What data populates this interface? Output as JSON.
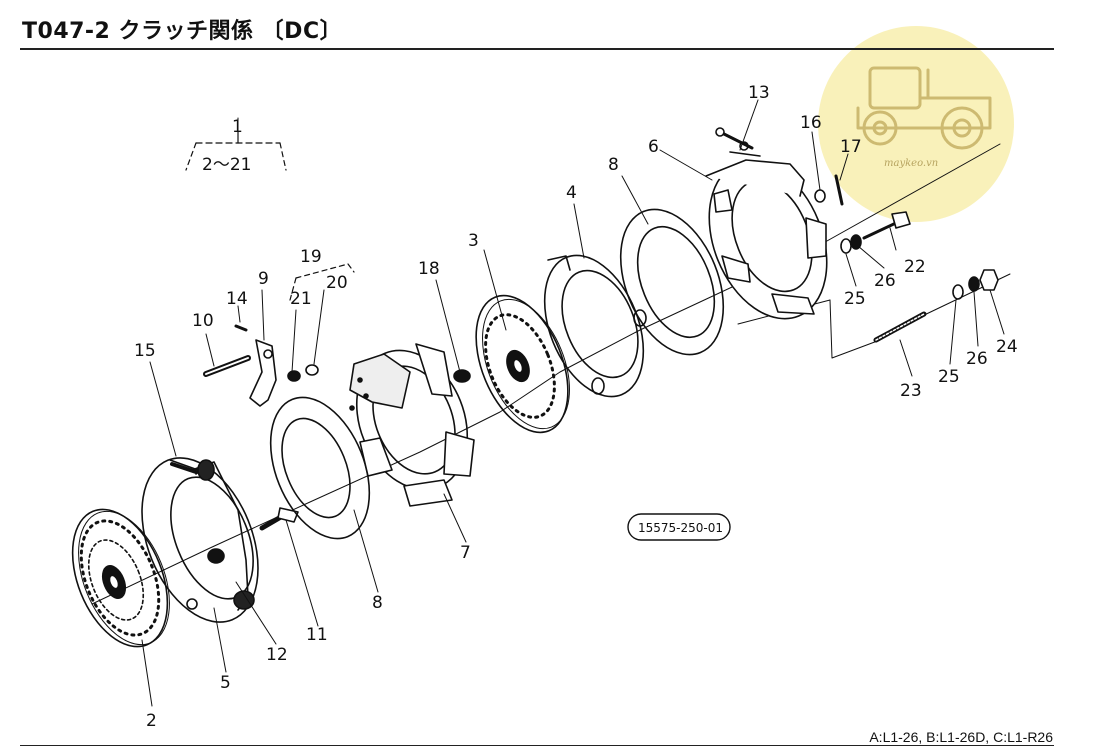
{
  "title": "T047-2 クラッチ関係 〔DC〕",
  "drawing_code": "15575-250-01",
  "applicability_note": "A:L1-26, B:L1-26D, C:L1-R26",
  "watermark_text": "maykeo.vn",
  "group_range": "2～21",
  "callouts": {
    "c1": "1",
    "c2": "2",
    "c3": "3",
    "c4": "4",
    "c5": "5",
    "c6": "6",
    "c7": "7",
    "c8a": "8",
    "c8b": "8",
    "c9": "9",
    "c10": "10",
    "c11": "11",
    "c12": "12",
    "c13": "13",
    "c14": "14",
    "c15": "15",
    "c16": "16",
    "c17": "17",
    "c18": "18",
    "c19": "19",
    "c20": "20",
    "c21": "21",
    "c22": "22",
    "c23": "23",
    "c24": "24",
    "c25a": "25",
    "c25b": "25",
    "c26a": "26",
    "c26b": "26"
  },
  "colors": {
    "line": "#111111",
    "watermark_bg": "#f8efb2",
    "watermark_fg": "#b7a460"
  }
}
